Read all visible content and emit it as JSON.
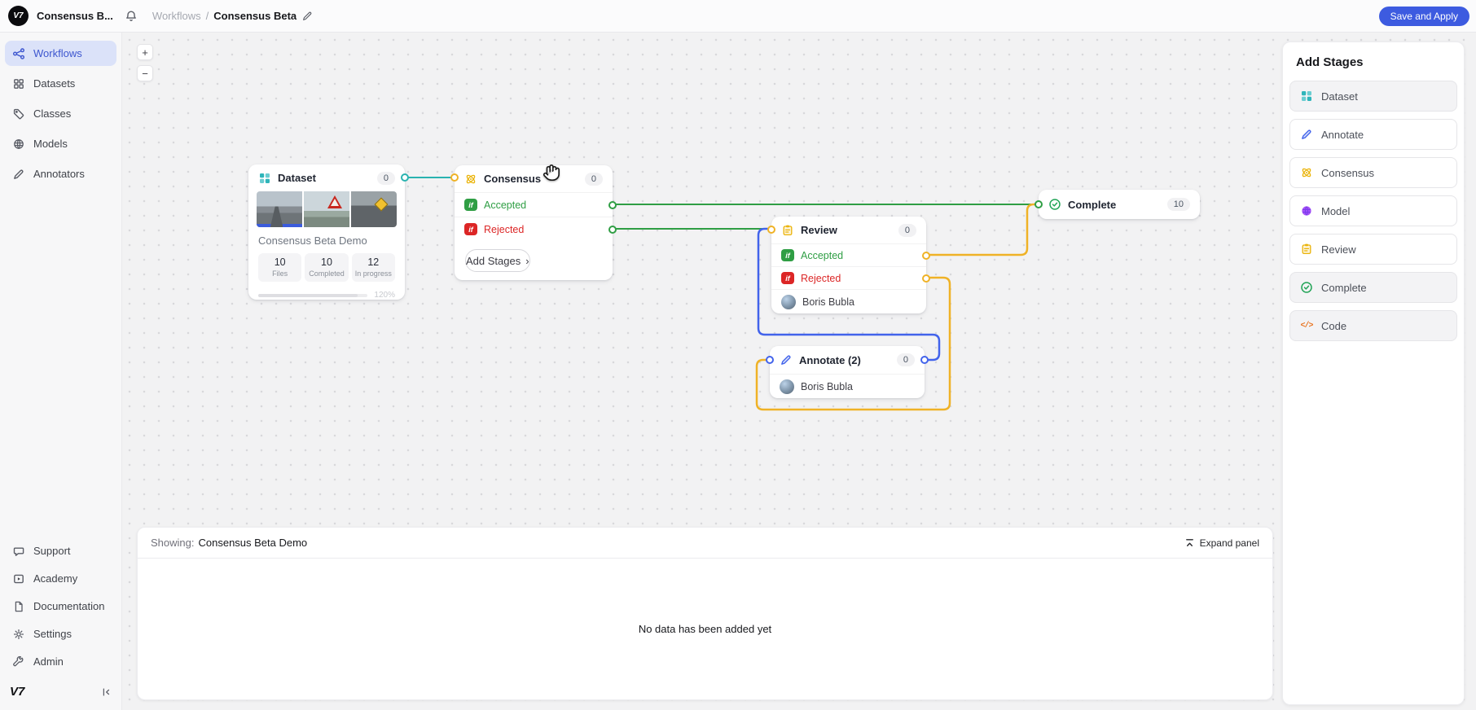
{
  "topbar": {
    "logo_text": "V7",
    "workspace_name": "Consensus B...",
    "breadcrumb": {
      "section": "Workflows",
      "separator": "/",
      "current": "Consensus Beta"
    },
    "save_button_label": "Save and Apply"
  },
  "sidebar": {
    "items": [
      {
        "label": "Workflows",
        "active": true
      },
      {
        "label": "Datasets"
      },
      {
        "label": "Classes"
      },
      {
        "label": "Models"
      },
      {
        "label": "Annotators"
      }
    ],
    "footer_items": [
      {
        "label": "Support"
      },
      {
        "label": "Academy"
      },
      {
        "label": "Documentation"
      },
      {
        "label": "Settings"
      },
      {
        "label": "Admin"
      }
    ],
    "logo_text": "V7"
  },
  "canvas": {
    "zoom_in_label": "+",
    "zoom_out_label": "−",
    "nodes": {
      "dataset": {
        "title": "Dataset",
        "count": "0",
        "dataset_name": "Consensus Beta Demo",
        "stats": [
          {
            "value": "10",
            "label": "Files"
          },
          {
            "value": "10",
            "label": "Completed"
          },
          {
            "value": "12",
            "label": "In progress"
          }
        ],
        "progress_label": "120%"
      },
      "consensus": {
        "title": "Consensus",
        "count": "0",
        "outcomes": [
          {
            "condition": "if",
            "label": "Accepted"
          },
          {
            "condition": "if",
            "label": "Rejected"
          }
        ],
        "add_stages_label": "Add Stages",
        "add_stages_chevron": "›"
      },
      "review": {
        "title": "Review",
        "count": "0",
        "outcomes": [
          {
            "condition": "if",
            "label": "Accepted"
          },
          {
            "condition": "if",
            "label": "Rejected"
          }
        ],
        "assignee": "Boris Bubla"
      },
      "annotate": {
        "title": "Annotate (2)",
        "count": "0",
        "assignee": "Boris Bubla"
      },
      "complete": {
        "title": "Complete",
        "count": "10"
      }
    }
  },
  "bottom_panel": {
    "showing_label": "Showing:",
    "showing_value": "Consensus Beta Demo",
    "expand_label": "Expand panel",
    "empty_message": "No data has been added yet"
  },
  "add_stages_panel": {
    "title": "Add Stages",
    "items": [
      {
        "label": "Dataset"
      },
      {
        "label": "Annotate"
      },
      {
        "label": "Consensus"
      },
      {
        "label": "Model"
      },
      {
        "label": "Review"
      },
      {
        "label": "Complete"
      },
      {
        "label": "Code",
        "glyph": "</>"
      }
    ]
  },
  "colors": {
    "accent_blue": "#3D5BE0",
    "edge_teal": "#2AB3B0",
    "edge_green": "#2F9E44",
    "edge_yellow": "#EFB226",
    "edge_blue": "#4263EB",
    "accepted_green": "#2F9E44",
    "rejected_red": "#DC2626"
  }
}
